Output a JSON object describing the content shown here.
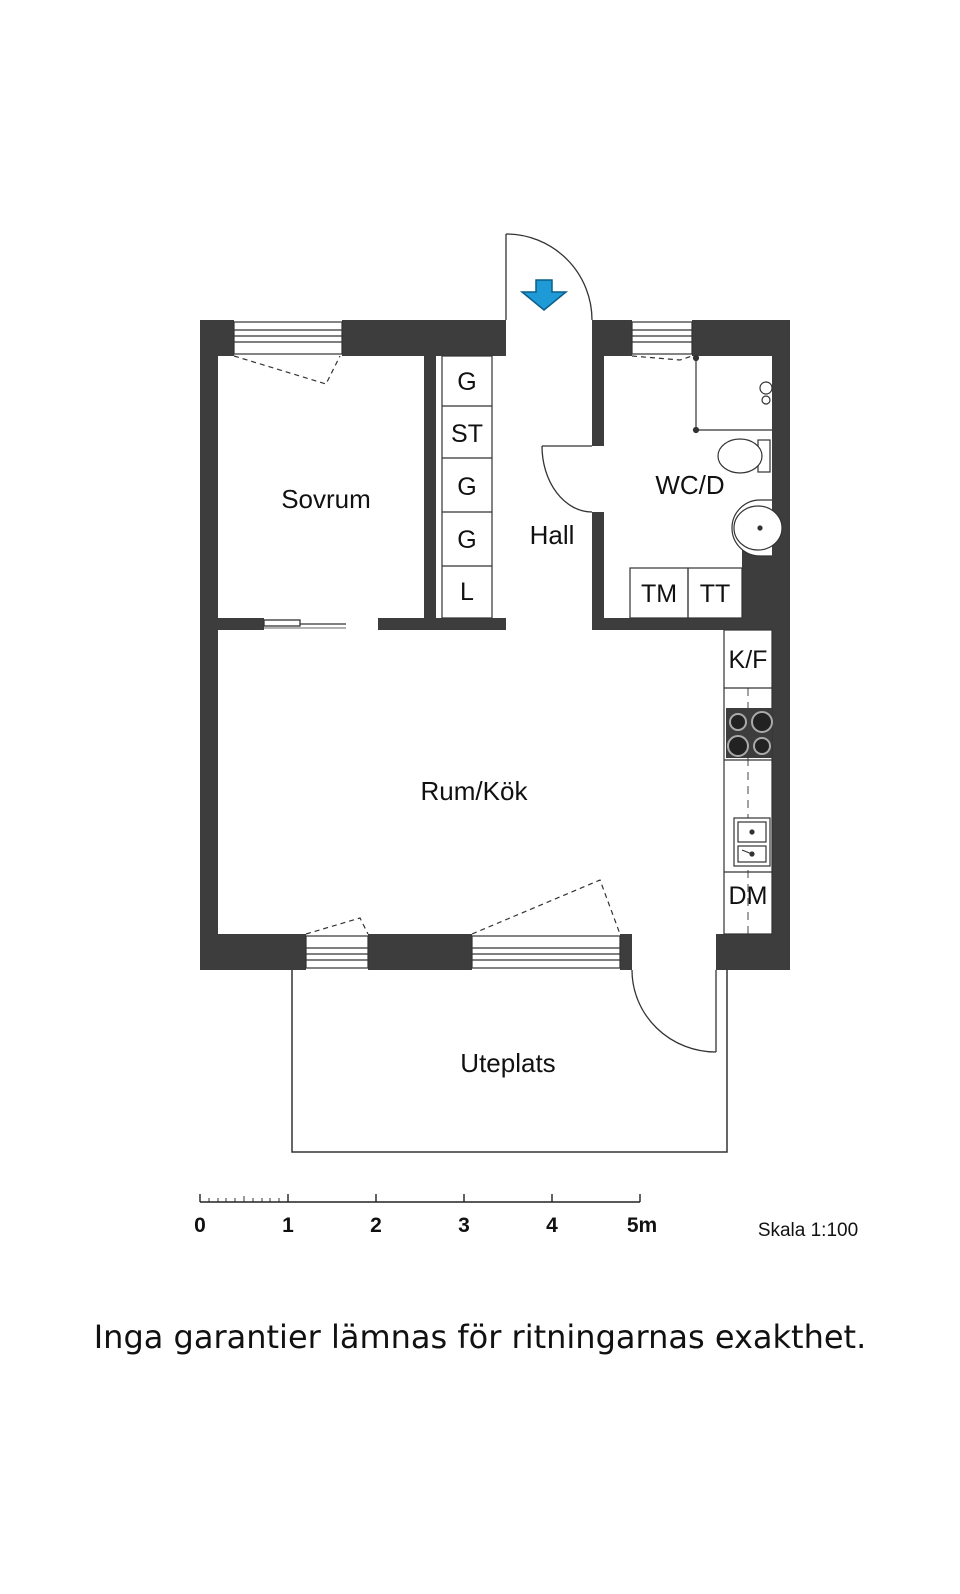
{
  "rooms": {
    "sovrum": "Sovrum",
    "hall": "Hall",
    "wc": "WC/D",
    "rum_kok": "Rum/Kök",
    "uteplats": "Uteplats"
  },
  "fixtures": {
    "closets": [
      "G",
      "ST",
      "G",
      "G",
      "L"
    ],
    "tm": "TM",
    "tt": "TT",
    "kf": "K/F",
    "dm": "DM"
  },
  "scale": {
    "ticks": [
      "0",
      "1",
      "2",
      "3",
      "4",
      "5m"
    ],
    "label": "Skala 1:100"
  },
  "colors": {
    "wall": "#3d3d3d",
    "entrance_arrow": "#1e9ad6"
  },
  "icons": {
    "entrance": "entrance-arrow-icon",
    "hob": "hob-icon",
    "sink": "sink-icon",
    "toilet": "toilet-icon",
    "washbasin": "washbasin-icon"
  },
  "disclaimer": "Inga garantier lämnas för ritningarnas exakthet."
}
